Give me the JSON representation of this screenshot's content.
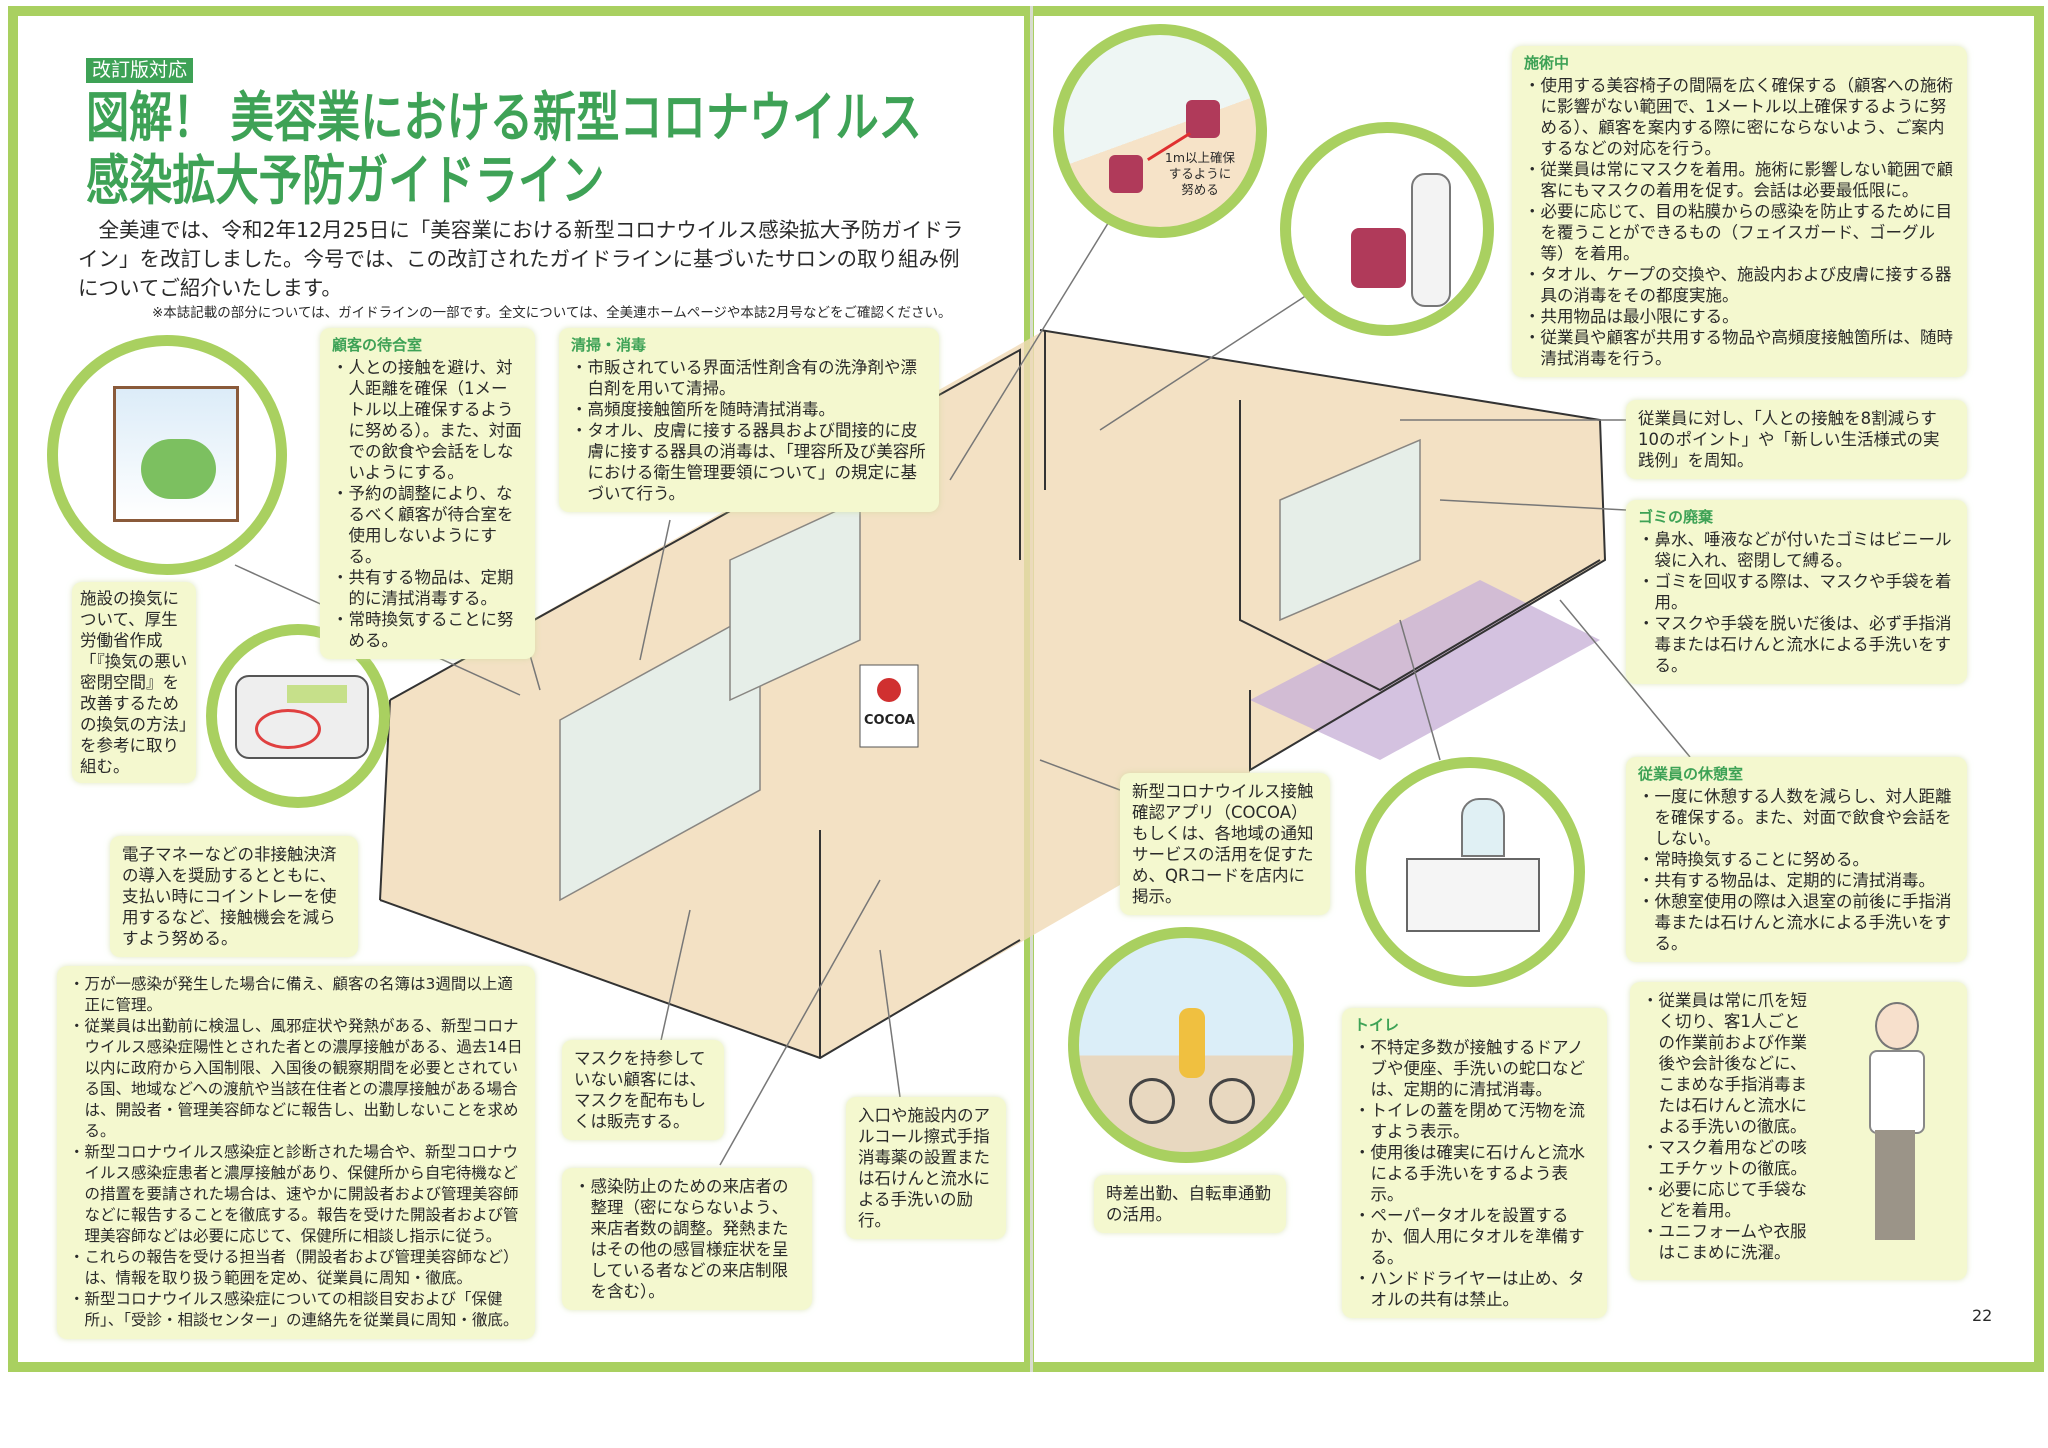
{
  "header": {
    "badge": "改訂版対応",
    "title_line1": "図解！ 美容業における新型コロナウイルス",
    "title_line2": "感染拡大予防ガイドライン",
    "intro": "全美連では、令和2年12月25日に「美容業における新型コロナウイルス感染拡大予防ガイドライン」を改訂しました。今号では、この改訂されたガイドラインに基づいたサロンの取り組み例についてご紹介いたします。",
    "note": "※本誌記載の部分については、ガイドラインの一部です。全文については、全美連ホームページや本誌2月号などをご確認ください。"
  },
  "colors": {
    "accent": "#3ea256",
    "frame": "#a9d060",
    "box": "#f4f8cf",
    "floor": "#f0d9b5"
  },
  "waiting_room": {
    "heading": "顧客の待合室",
    "items": [
      "人との接触を避け、対人距離を確保（1メートル以上確保するように努める）。また、対面での飲食や会話をしないようにする。",
      "予約の調整により、なるべく顧客が待合室を使用しないようにする。",
      "共有する物品は、定期的に清拭消毒する。",
      "常時換気することに努める。"
    ]
  },
  "cleaning": {
    "heading": "清掃・消毒",
    "items": [
      "市販されている界面活性剤含有の洗浄剤や漂白剤を用いて清掃。",
      "高頻度接触箇所を随時清拭消毒。",
      "タオル、皮膚に接する器具および間接的に皮膚に接する器具の消毒は、「理容所及び美容所における衛生管理要領について」の規定に基づいて行う。"
    ]
  },
  "ventilation": {
    "text": "施設の換気について、厚生労働省作成「『換気の悪い密閉空間』を改善するための換気の方法」を参考に取り組む。"
  },
  "cashless": {
    "text": "電子マネーなどの非接触決済の導入を奨励するとともに、支払い時にコイントレーを使用するなど、接触機会を減らすよう努める。"
  },
  "staff_health": {
    "items": [
      "万が一感染が発生した場合に備え、顧客の名簿は3週間以上適正に管理。",
      "従業員は出勤前に検温し、風邪症状や発熱がある、新型コロナウイルス感染症陽性とされた者との濃厚接触がある、過去14日以内に政府から入国制限、入国後の観察期間を必要とされている国、地域などへの渡航や当該在住者との濃厚接触がある場合は、開設者・管理美容師などに報告し、出勤しないことを求める。",
      "新型コロナウイルス感染症と診断された場合や、新型コロナウイルス感染症患者と濃厚接触があり、保健所から自宅待機などの措置を要請された場合は、速やかに開設者および管理美容師などに報告することを徹底する。報告を受けた開設者および管理美容師などは必要に応じて、保健所に相談し指示に従う。",
      "これらの報告を受ける担当者（開設者および管理美容師など）は、情報を取り扱う範囲を定め、従業員に周知・徹底。",
      "新型コロナウイルス感染症についての相談目安および「保健所」、「受診・相談センター」の連絡先を従業員に周知・徹底。"
    ]
  },
  "masks": {
    "text": "マスクを持参していない顧客には、マスクを配布もしくは販売する。"
  },
  "visitor_control": {
    "items": [
      "感染防止のための来店者の整理（密にならないよう、来店者数の調整。発熱またはその他の感冒様症状を呈している者などの来店制限を含む）。"
    ]
  },
  "entrance": {
    "text": "入口や施設内のアルコール擦式手指消毒薬の設置または石けんと流水による手洗いの励行。"
  },
  "chair_circle": {
    "label": "1m以上確保するように努める"
  },
  "cocoa_sign": "COCOA",
  "treatment": {
    "heading": "施術中",
    "items": [
      "使用する美容椅子の間隔を広く確保する（顧客への施術に影響がない範囲で、1メートル以上確保するように努める）、顧客を案内する際に密にならないよう、ご案内するなどの対応を行う。",
      "従業員は常にマスクを着用。施術に影響しない範囲で顧客にもマスクの着用を促す。会話は必要最低限に。",
      "必要に応じて、目の粘膜からの感染を防止するために目を覆うことができるもの（フェイスガード、ゴーグル等）を着用。",
      "タオル、ケープの交換や、施設内および皮膚に接する器具の消毒をその都度実施。",
      "共用物品は最小限にする。",
      "従業員や顧客が共用する物品や高頻度接触箇所は、随時清拭消毒を行う。"
    ]
  },
  "staff_notice": {
    "text": "従業員に対し、「人との接触を8割減らす10のポイント」や「新しい生活様式の実践例」を周知。"
  },
  "garbage": {
    "heading": "ゴミの廃棄",
    "items": [
      "鼻水、唾液などが付いたゴミはビニール袋に入れ、密閉して縛る。",
      "ゴミを回収する際は、マスクや手袋を着用。",
      "マスクや手袋を脱いだ後は、必ず手指消毒または石けんと流水による手洗いをする。"
    ]
  },
  "cocoa": {
    "text": "新型コロナウイルス接触確認アプリ（COCOA）もしくは、各地域の通知サービスの活用を促すため、QRコードを店内に掲示。"
  },
  "break_room": {
    "heading": "従業員の休憩室",
    "items": [
      "一度に休憩する人数を減らし、対人距離を確保する。また、対面で飲食や会話をしない。",
      "常時換気することに努める。",
      "共有する物品は、定期的に清拭消毒。",
      "休憩室使用の際は入退室の前後に手指消毒または石けんと流水による手洗いをする。"
    ]
  },
  "commute": {
    "text": "時差出勤、自転車通勤の活用。"
  },
  "toilet": {
    "heading": "トイレ",
    "items": [
      "不特定多数が接触するドアノブや便座、手洗いの蛇口などは、定期的に清拭消毒。",
      "トイレの蓋を閉めて汚物を流すよう表示。",
      "使用後は確実に石けんと流水による手洗いをするよう表示。",
      "ペーパータオルを設置するか、個人用にタオルを準備する。",
      "ハンドドライヤーは止め、タオルの共有は禁止。"
    ]
  },
  "hygiene": {
    "items": [
      "従業員は常に爪を短く切り、客1人ごとの作業前および作業後や会計後などに、こまめな手指消毒または石けんと流水による手洗いの徹底。",
      "マスク着用などの咳エチケットの徹底。",
      "必要に応じて手袋などを着用。",
      "ユニフォームや衣服はこまめに洗濯。"
    ]
  },
  "page_number": "22"
}
